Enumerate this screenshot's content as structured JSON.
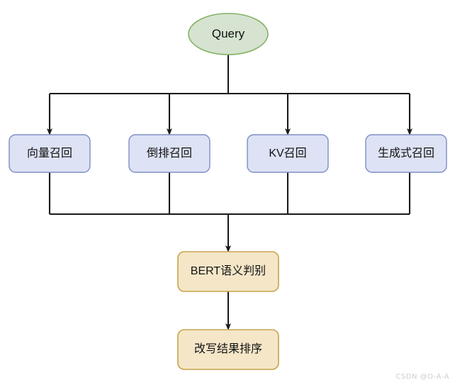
{
  "diagram": {
    "title": "Query recall and rewrite pipeline flowchart",
    "type": "flowchart",
    "background": "#ffffff",
    "edge_color": "#1a1a1a",
    "palette": {
      "start_fill": "#d5e3d0",
      "start_stroke": "#82b366",
      "recall_fill": "#dde2f5",
      "recall_stroke": "#7e8ec4",
      "process_fill": "#f5e6c8",
      "process_stroke": "#c8a44a"
    },
    "nodes": {
      "start": {
        "id": "query",
        "label": "Query",
        "shape": "ellipse"
      },
      "recalls": [
        {
          "id": "vector-recall",
          "label": "向量召回",
          "shape": "rounded-rect"
        },
        {
          "id": "inverted-recall",
          "label": "倒排召回",
          "shape": "rounded-rect"
        },
        {
          "id": "kv-recall",
          "label": "KV召回",
          "shape": "rounded-rect"
        },
        {
          "id": "generative-recall",
          "label": "生成式召回",
          "shape": "rounded-rect"
        }
      ],
      "process": [
        {
          "id": "bert-semantic-discrimination",
          "label": "BERT语义判别",
          "shape": "rounded-rect"
        },
        {
          "id": "rewrite-result-ranking",
          "label": "改写结果排序",
          "shape": "rounded-rect"
        }
      ]
    },
    "edges": [
      {
        "from": "query",
        "to": "vector-recall",
        "style": "orthogonal-arrow"
      },
      {
        "from": "query",
        "to": "inverted-recall",
        "style": "orthogonal-arrow"
      },
      {
        "from": "query",
        "to": "kv-recall",
        "style": "orthogonal-arrow"
      },
      {
        "from": "query",
        "to": "generative-recall",
        "style": "orthogonal-arrow"
      },
      {
        "from": "vector-recall",
        "to": "bert-semantic-discrimination",
        "style": "orthogonal-merge"
      },
      {
        "from": "inverted-recall",
        "to": "bert-semantic-discrimination",
        "style": "orthogonal-merge"
      },
      {
        "from": "kv-recall",
        "to": "bert-semantic-discrimination",
        "style": "orthogonal-merge"
      },
      {
        "from": "generative-recall",
        "to": "bert-semantic-discrimination",
        "style": "orthogonal-merge"
      },
      {
        "from": "bert-semantic-discrimination",
        "to": "rewrite-result-ranking",
        "style": "straight-arrow"
      }
    ]
  },
  "watermark": {
    "text": "CSDN @O-A-A"
  }
}
